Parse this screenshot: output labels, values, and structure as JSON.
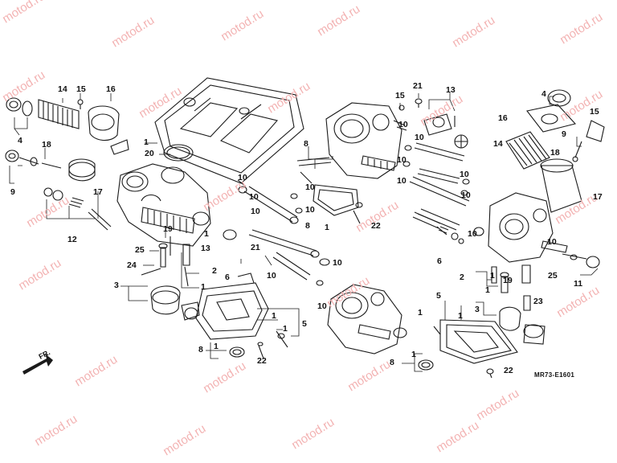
{
  "watermark": "motod.ru",
  "diagram_code": "MR73-E1601",
  "direction_label": "FR.",
  "callouts": [
    "1",
    "2",
    "3",
    "4",
    "5",
    "6",
    "8",
    "9",
    "10",
    "11",
    "12",
    "13",
    "14",
    "15",
    "16",
    "17",
    "18",
    "19",
    "20",
    "21",
    "22",
    "23",
    "24",
    "25"
  ]
}
